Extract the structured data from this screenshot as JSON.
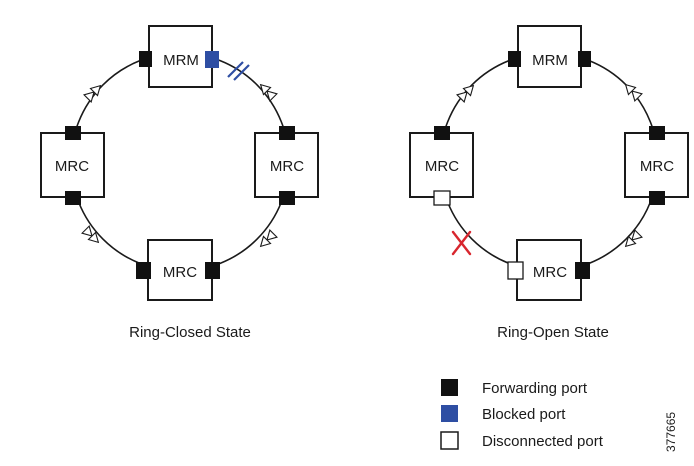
{
  "colors": {
    "forwarding": "#111111",
    "blocked": "#2e4ea3",
    "disconnected": "#ffffff",
    "break_marker": "#d8262e"
  },
  "diagrams": [
    {
      "caption": "Ring-Closed State",
      "nodes": [
        {
          "label": "MRM",
          "ports": [
            "forwarding",
            "blocked"
          ]
        },
        {
          "label": "MRC",
          "ports": [
            "forwarding",
            "forwarding"
          ]
        },
        {
          "label": "MRC",
          "ports": [
            "forwarding",
            "forwarding"
          ]
        },
        {
          "label": "MRC",
          "ports": [
            "forwarding",
            "forwarding"
          ]
        }
      ],
      "break_marker": "double-slash"
    },
    {
      "caption": "Ring-Open State",
      "nodes": [
        {
          "label": "MRM",
          "ports": [
            "forwarding",
            "forwarding"
          ]
        },
        {
          "label": "MRC",
          "ports": [
            "forwarding",
            "forwarding"
          ]
        },
        {
          "label": "MRC",
          "ports": [
            "disconnected",
            "forwarding"
          ]
        },
        {
          "label": "MRC",
          "ports": [
            "forwarding",
            "disconnected"
          ]
        }
      ],
      "break_marker": "red-x"
    }
  ],
  "legend": [
    {
      "label": "Forwarding port",
      "kind": "forwarding"
    },
    {
      "label": "Blocked port",
      "kind": "blocked"
    },
    {
      "label": "Disconnected port",
      "kind": "disconnected"
    }
  ],
  "figure_id": "377665"
}
